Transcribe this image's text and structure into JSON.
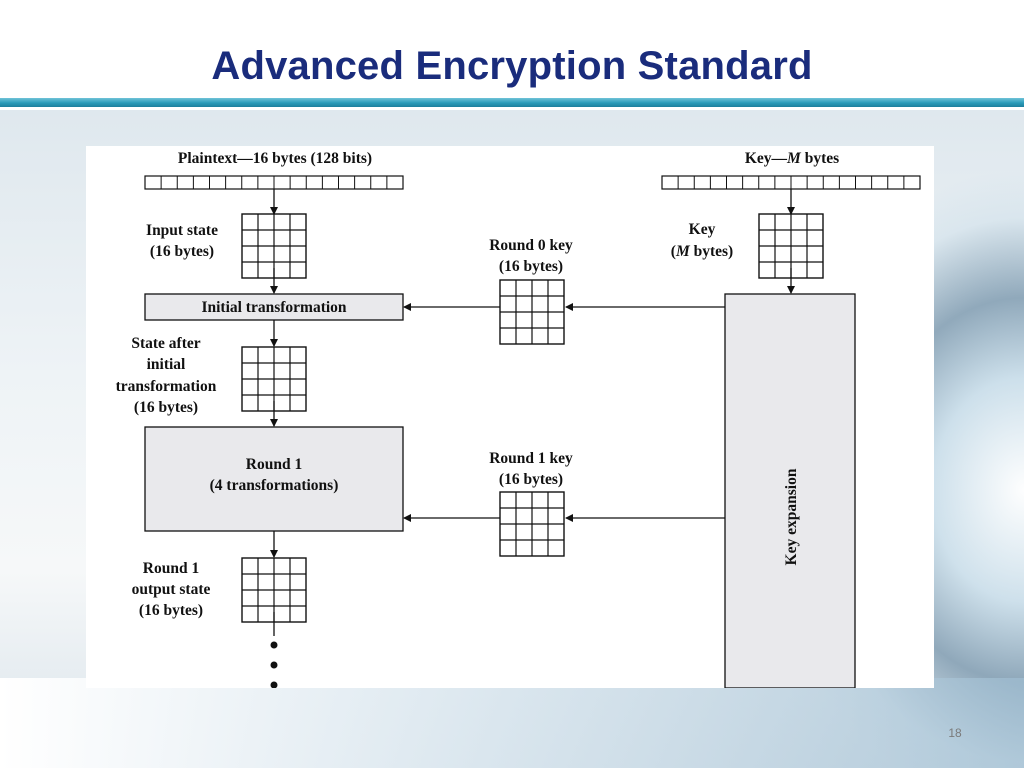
{
  "title": "Advanced Encryption Standard",
  "slide_number": "18",
  "diagram": {
    "plaintext_label": "Plaintext—16 bytes (128 bits)",
    "key_label_prefix": "Key—",
    "key_label_var": "M",
    "key_label_suffix": " bytes",
    "input_state_line1": "Input state",
    "input_state_line2": "(16 bytes)",
    "key_box_line1": "Key",
    "key_box_line2_pre": "(",
    "key_box_line2_var": "M",
    "key_box_line2_post": " bytes)",
    "initial_transformation": "Initial transformation",
    "round0_key_line1": "Round 0 key",
    "round0_key_line2": "(16 bytes)",
    "state_after_line1": "State after",
    "state_after_line2": "initial",
    "state_after_line3": "transformation",
    "state_after_line4": "(16 bytes)",
    "round1_line1": "Round 1",
    "round1_line2": "(4 transformations)",
    "round1_key_line1": "Round 1 key",
    "round1_key_line2": "(16 bytes)",
    "round1_out_line1": "Round 1",
    "round1_out_line2": "output state",
    "round1_out_line3": "(16 bytes)",
    "key_expansion": "Key expansion"
  },
  "colors": {
    "title": "#1a2c7c",
    "accent_rule": "#2a9ab8",
    "box_fill": "#e9e9ec"
  }
}
